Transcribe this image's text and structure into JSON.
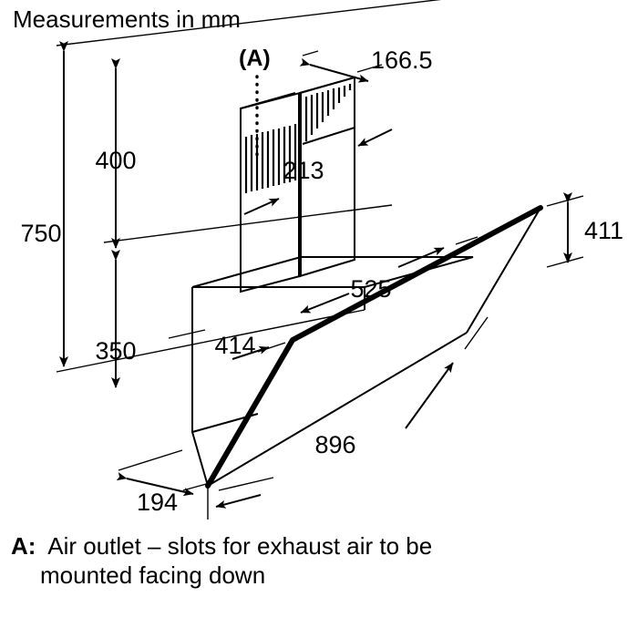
{
  "title": "Measurements in mm",
  "callout": {
    "marker": "(A)",
    "key_label": "A:",
    "line1": "Air outlet – slots for exhaust air to be",
    "line2": "mounted facing down"
  },
  "dimensions": {
    "height_total": "750",
    "height_upper": "400",
    "height_lower": "350",
    "chimney_depth": "166.5",
    "chimney_width": "213",
    "body_depth": "525",
    "body_height_front": "414",
    "glass_height": "411",
    "glass_width": "896",
    "base_depth": "194"
  },
  "colors": {
    "line": "#000000",
    "background": "#ffffff"
  },
  "icons": {
    "arrow": "arrow-head",
    "vent_slots": "vent-slots"
  }
}
